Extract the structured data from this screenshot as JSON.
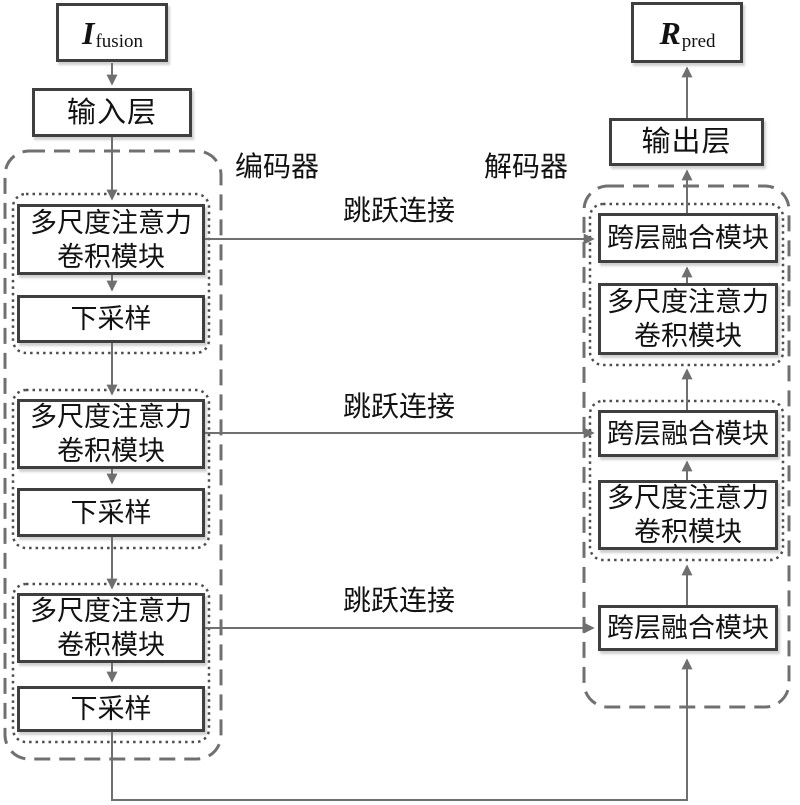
{
  "colors": {
    "box_border": "#3f3f3f",
    "line": "#6f6f6f",
    "dashed_container": "#707070",
    "dotted_container": "#4e4e4e",
    "text": "#121212",
    "background": "#ffffff"
  },
  "nodes": {
    "input_image": {
      "symbol": "I",
      "subscript": "fusion"
    },
    "input_layer": "输入层",
    "output_image": {
      "symbol": "R",
      "subscript": "pred"
    },
    "output_layer": "输出层"
  },
  "encoder": {
    "label": "编码器",
    "blocks": [
      {
        "module": "多尺度注意力卷积模块",
        "downsample": "下采样"
      },
      {
        "module": "多尺度注意力卷积模块",
        "downsample": "下采样"
      },
      {
        "module": "多尺度注意力卷积模块",
        "downsample": "下采样"
      }
    ]
  },
  "decoder": {
    "label": "解码器",
    "blocks": [
      {
        "fusion": "跨层融合模块",
        "module": "多尺度注意力卷积模块"
      },
      {
        "fusion": "跨层融合模块",
        "module": "多尺度注意力卷积模块"
      },
      {
        "fusion": "跨层融合模块"
      }
    ]
  },
  "skip_connections": [
    {
      "label": "跳跃连接"
    },
    {
      "label": "跳跃连接"
    },
    {
      "label": "跳跃连接"
    }
  ]
}
